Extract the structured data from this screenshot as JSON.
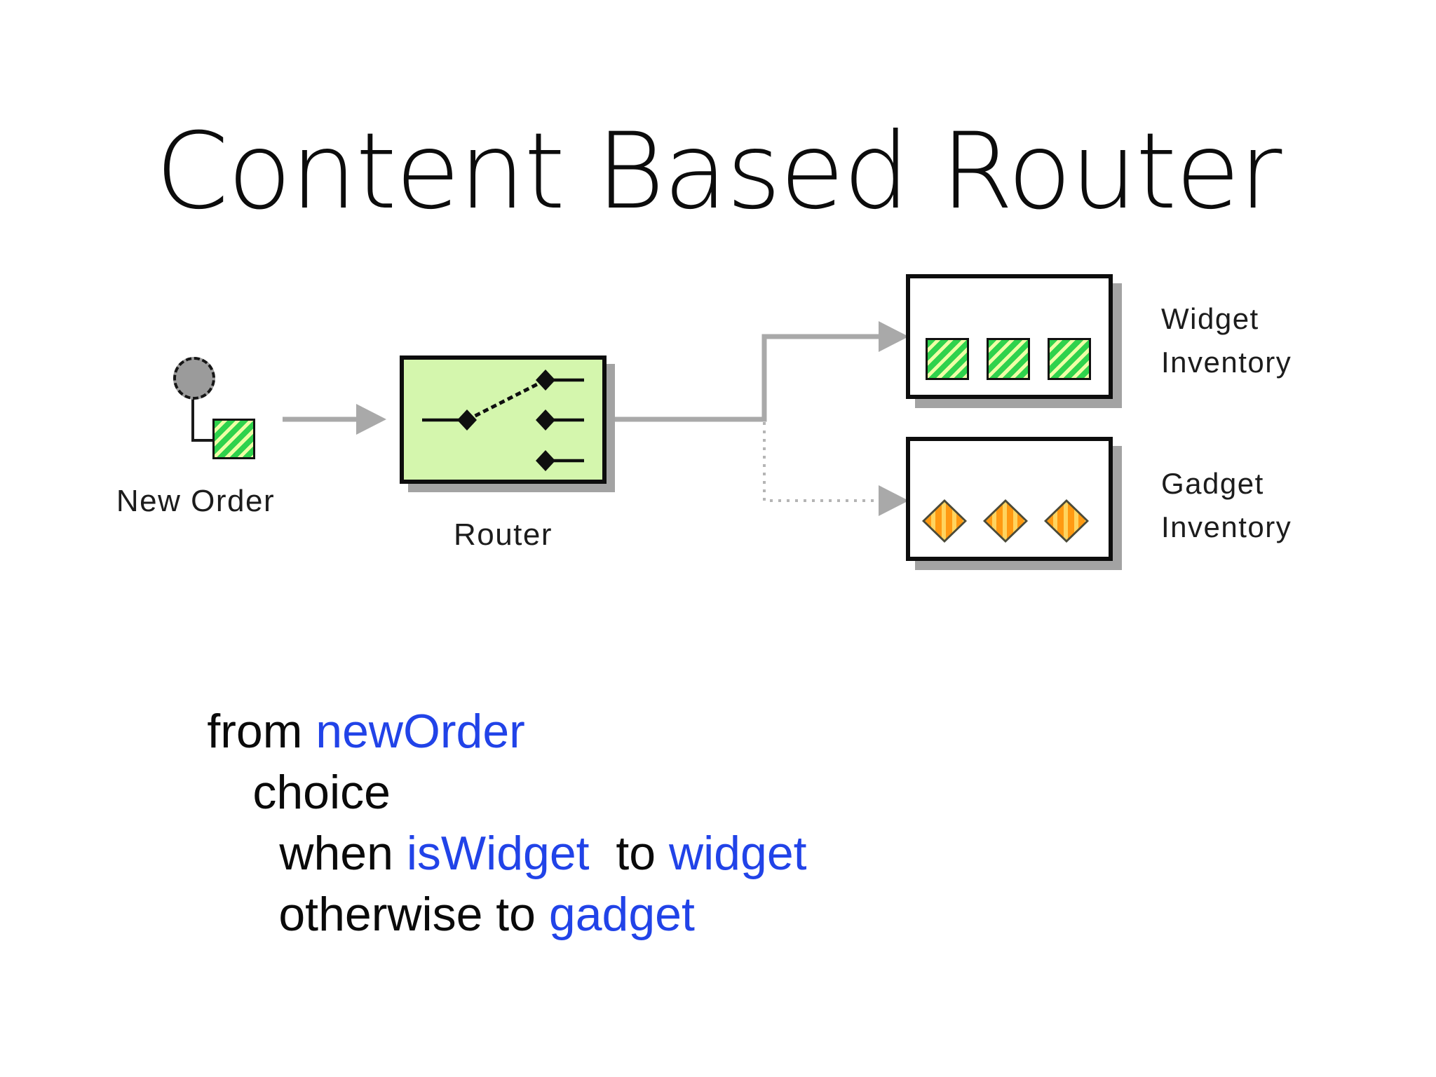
{
  "slide": {
    "title": "Content Based Router"
  },
  "diagram": {
    "new_order": {
      "label": "New Order"
    },
    "router": {
      "label": "Router"
    },
    "widget_inventory": {
      "label": "Widget\nInventory",
      "message_count": 3
    },
    "gadget_inventory": {
      "label": "Gadget\nInventory",
      "message_count": 3
    }
  },
  "code": {
    "lines": [
      {
        "segments": [
          {
            "text": "from ",
            "color": "black"
          },
          {
            "text": "newOrder",
            "color": "blue"
          }
        ]
      },
      {
        "segments": [
          {
            "text": "choice",
            "color": "black"
          }
        ]
      },
      {
        "segments": [
          {
            "text": "when ",
            "color": "black"
          },
          {
            "text": "isWidget",
            "color": "blue"
          },
          {
            "text": "  to ",
            "color": "black"
          },
          {
            "text": "widget",
            "color": "blue"
          }
        ]
      },
      {
        "segments": [
          {
            "text": "otherwise to ",
            "color": "black"
          },
          {
            "text": "gadget",
            "color": "blue"
          }
        ]
      }
    ]
  },
  "colors": {
    "code_blue": "#2143e8",
    "code_black": "#0a0a0a",
    "arrow_gray": "#a9a9a9",
    "dotted_gray": "#b5b5b5",
    "router_fill": "#d4f6ad",
    "hatch_green": "#2fd24c",
    "hatch_yellow": "#efffa6",
    "diamond_orange": "#ff9a12",
    "diamond_stripe": "#ffd45e",
    "shadow_gray": "#a3a3a3"
  }
}
